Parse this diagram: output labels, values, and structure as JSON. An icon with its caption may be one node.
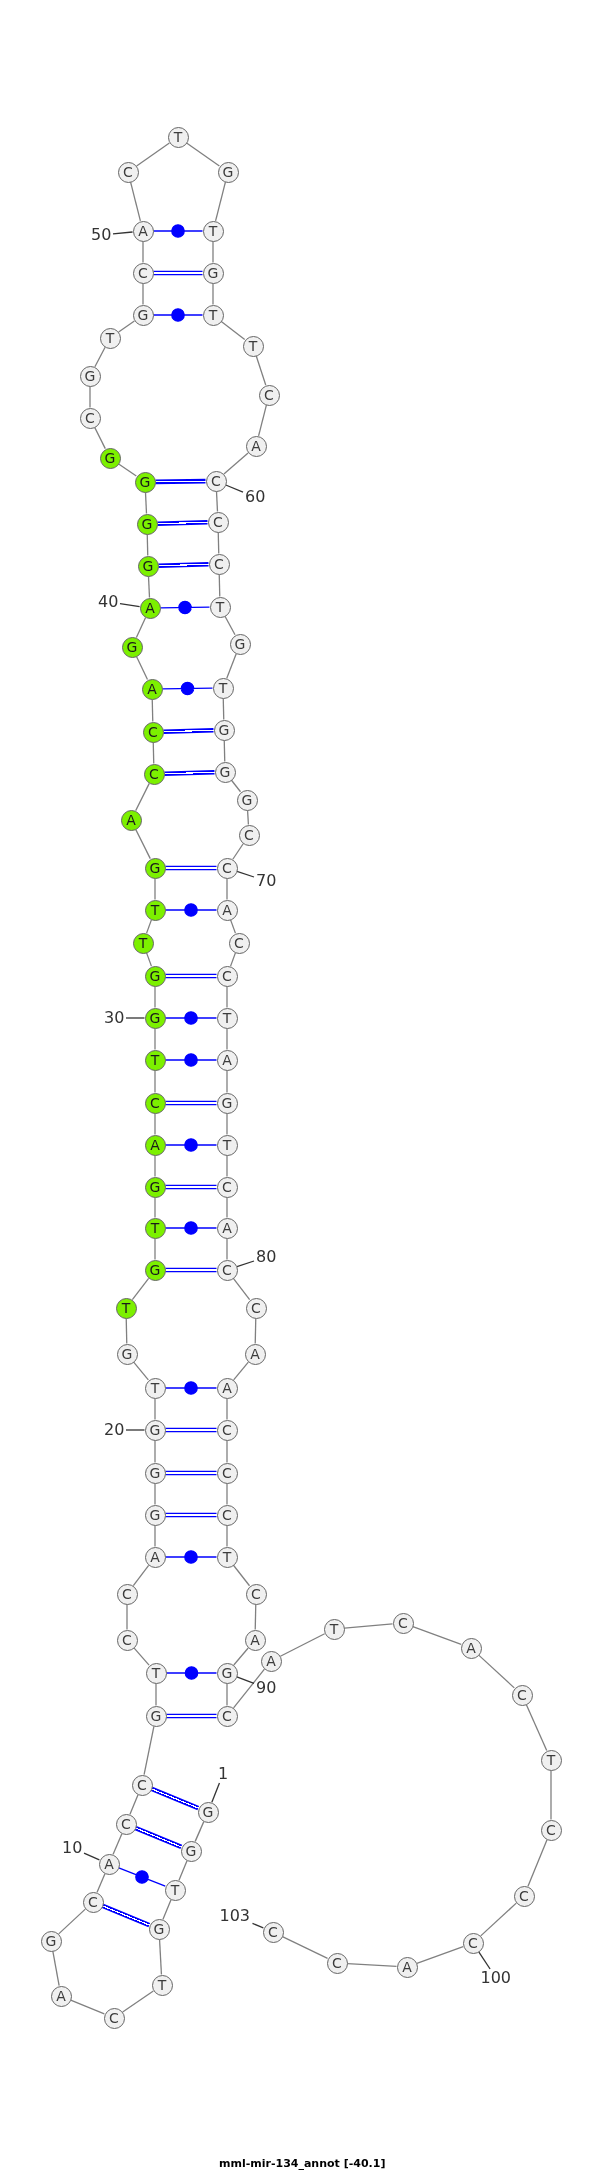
{
  "diagram": {
    "caption": "mml-mir-134_annot [-40.1]",
    "nodes": [
      {
        "text": [
          "G"
        ]
      },
      {
        "text": [
          "G"
        ]
      },
      {
        "text": [
          "T"
        ]
      },
      {
        "text": [
          "G"
        ]
      },
      {
        "text": [
          "T"
        ]
      },
      {
        "text": [
          "C"
        ]
      },
      {
        "text": [
          "A"
        ]
      },
      {
        "text": [
          "G"
        ]
      },
      {
        "text": [
          "C"
        ]
      },
      {
        "text": [
          "A"
        ]
      },
      {
        "text": [
          "C"
        ]
      },
      {
        "text": [
          "C"
        ]
      },
      {
        "text": [
          "G"
        ]
      },
      {
        "text": [
          "T"
        ]
      },
      {
        "text": [
          "C"
        ]
      },
      {
        "text": [
          "C"
        ]
      },
      {
        "text": [
          "A"
        ]
      },
      {
        "text": [
          "G"
        ]
      },
      {
        "text": [
          "G"
        ]
      },
      {
        "text": [
          "G"
        ]
      },
      {
        "text": [
          "T"
        ]
      },
      {
        "text": [
          "G"
        ]
      },
      {
        "text": [
          "T"
        ]
      },
      {
        "text": [
          "G"
        ]
      },
      {
        "text": [
          "T"
        ]
      },
      {
        "text": [
          "G"
        ]
      },
      {
        "text": [
          "A"
        ]
      },
      {
        "text": [
          "C"
        ]
      },
      {
        "text": [
          "T"
        ]
      },
      {
        "text": [
          "G"
        ]
      },
      {
        "text": [
          "G"
        ]
      },
      {
        "text": [
          "T"
        ]
      },
      {
        "text": [
          "T"
        ]
      },
      {
        "text": [
          "G"
        ]
      },
      {
        "text": [
          "A"
        ]
      },
      {
        "text": [
          "C"
        ]
      },
      {
        "text": [
          "C"
        ]
      },
      {
        "text": [
          "A"
        ]
      },
      {
        "text": [
          "G"
        ]
      },
      {
        "text": [
          "A"
        ]
      },
      {
        "text": [
          "G"
        ]
      },
      {
        "text": [
          "G"
        ]
      },
      {
        "text": [
          "G"
        ]
      },
      {
        "text": [
          "G"
        ]
      },
      {
        "text": [
          "C"
        ]
      },
      {
        "text": [
          "G"
        ]
      },
      {
        "text": [
          "T"
        ]
      },
      {
        "text": [
          "G"
        ]
      },
      {
        "text": [
          "C"
        ]
      },
      {
        "text": [
          "A"
        ]
      },
      {
        "text": [
          "C"
        ]
      },
      {
        "text": [
          "T"
        ]
      },
      {
        "text": [
          "G"
        ]
      },
      {
        "text": [
          "T"
        ]
      },
      {
        "text": [
          "G"
        ]
      },
      {
        "text": [
          "T"
        ]
      },
      {
        "text": [
          "T"
        ]
      },
      {
        "text": [
          "C"
        ]
      },
      {
        "text": [
          "A"
        ]
      },
      {
        "text": [
          "C"
        ]
      },
      {
        "text": [
          "C"
        ]
      },
      {
        "text": [
          "C"
        ]
      },
      {
        "text": [
          "T"
        ]
      },
      {
        "text": [
          "G"
        ]
      },
      {
        "text": [
          "T"
        ]
      },
      {
        "text": [
          "G"
        ]
      },
      {
        "text": [
          "G"
        ]
      },
      {
        "text": [
          "G"
        ]
      },
      {
        "text": [
          "C"
        ]
      },
      {
        "text": [
          "C"
        ]
      },
      {
        "text": [
          "A"
        ]
      },
      {
        "text": [
          "C"
        ]
      },
      {
        "text": [
          "C"
        ]
      },
      {
        "text": [
          "T"
        ]
      },
      {
        "text": [
          "A"
        ]
      },
      {
        "text": [
          "G"
        ]
      },
      {
        "text": [
          "T"
        ]
      },
      {
        "text": [
          "C"
        ]
      },
      {
        "text": [
          "A"
        ]
      },
      {
        "text": [
          "C"
        ]
      },
      {
        "text": [
          "C"
        ]
      },
      {
        "text": [
          "A"
        ]
      },
      {
        "text": [
          "A"
        ]
      },
      {
        "text": [
          "C"
        ]
      },
      {
        "text": [
          "C"
        ]
      },
      {
        "text": [
          "C"
        ]
      },
      {
        "text": [
          "T"
        ]
      },
      {
        "text": [
          "C"
        ]
      },
      {
        "text": [
          "A"
        ]
      },
      {
        "text": [
          "G"
        ]
      },
      {
        "text": [
          "C"
        ]
      },
      {
        "text": [
          "A"
        ]
      },
      {
        "text": [
          "T"
        ]
      },
      {
        "text": [
          "C"
        ]
      },
      {
        "text": [
          "A"
        ]
      },
      {
        "text": [
          "C"
        ]
      },
      {
        "text": [
          "T"
        ]
      },
      {
        "text": [
          "C"
        ]
      },
      {
        "text": [
          "C"
        ]
      },
      {
        "text": [
          "C"
        ]
      },
      {
        "text": [
          "A"
        ]
      },
      {
        "text": [
          "C"
        ]
      },
      {
        "text": [
          "C"
        ]
      },
      {
        "text": [
          "1"
        ]
      },
      {
        "text": [
          "10"
        ]
      },
      {
        "text": [
          "20"
        ]
      },
      {
        "text": [
          "30"
        ]
      },
      {
        "text": [
          "40"
        ]
      },
      {
        "text": [
          "50"
        ]
      },
      {
        "text": [
          "60"
        ]
      },
      {
        "text": [
          "70"
        ]
      },
      {
        "text": [
          "80"
        ]
      },
      {
        "text": [
          "90"
        ]
      },
      {
        "text": [
          "100"
        ]
      },
      {
        "text": [
          "103"
        ]
      }
    ],
    "edges": [
      {
        "from": 0,
        "to": 1,
        "arrow": "none"
      },
      {
        "from": 1,
        "to": 2,
        "arrow": "none"
      },
      {
        "from": 2,
        "to": 3,
        "arrow": "none"
      },
      {
        "from": 3,
        "to": 4,
        "arrow": "none"
      },
      {
        "from": 4,
        "to": 5,
        "arrow": "none"
      },
      {
        "from": 5,
        "to": 6,
        "arrow": "none"
      },
      {
        "from": 6,
        "to": 7,
        "arrow": "none"
      },
      {
        "from": 7,
        "to": 8,
        "arrow": "none"
      },
      {
        "from": 8,
        "to": 9,
        "arrow": "none"
      },
      {
        "from": 9,
        "to": 10,
        "arrow": "none"
      },
      {
        "from": 10,
        "to": 11,
        "arrow": "none"
      },
      {
        "from": 11,
        "to": 12,
        "arrow": "none"
      },
      {
        "from": 12,
        "to": 13,
        "arrow": "none"
      },
      {
        "from": 13,
        "to": 14,
        "arrow": "none"
      },
      {
        "from": 14,
        "to": 15,
        "arrow": "none"
      },
      {
        "from": 15,
        "to": 16,
        "arrow": "none"
      },
      {
        "from": 16,
        "to": 17,
        "arrow": "none"
      },
      {
        "from": 17,
        "to": 18,
        "arrow": "none"
      },
      {
        "from": 18,
        "to": 19,
        "arrow": "none"
      },
      {
        "from": 19,
        "to": 20,
        "arrow": "none"
      },
      {
        "from": 20,
        "to": 21,
        "arrow": "none"
      },
      {
        "from": 21,
        "to": 22,
        "arrow": "none"
      },
      {
        "from": 22,
        "to": 23,
        "arrow": "none"
      },
      {
        "from": 23,
        "to": 24,
        "arrow": "none"
      },
      {
        "from": 24,
        "to": 25,
        "arrow": "none"
      },
      {
        "from": 25,
        "to": 26,
        "arrow": "none"
      },
      {
        "from": 26,
        "to": 27,
        "arrow": "none"
      },
      {
        "from": 27,
        "to": 28,
        "arrow": "none"
      },
      {
        "from": 28,
        "to": 29,
        "arrow": "none"
      },
      {
        "from": 29,
        "to": 30,
        "arrow": "none"
      },
      {
        "from": 30,
        "to": 31,
        "arrow": "none"
      },
      {
        "from": 31,
        "to": 32,
        "arrow": "none"
      },
      {
        "from": 32,
        "to": 33,
        "arrow": "none"
      },
      {
        "from": 33,
        "to": 34,
        "arrow": "none"
      },
      {
        "from": 34,
        "to": 35,
        "arrow": "none"
      },
      {
        "from": 35,
        "to": 36,
        "arrow": "none"
      },
      {
        "from": 36,
        "to": 37,
        "arrow": "none"
      },
      {
        "from": 37,
        "to": 38,
        "arrow": "none"
      },
      {
        "from": 38,
        "to": 39,
        "arrow": "none"
      },
      {
        "from": 39,
        "to": 40,
        "arrow": "none"
      },
      {
        "from": 40,
        "to": 41,
        "arrow": "none"
      },
      {
        "from": 41,
        "to": 42,
        "arrow": "none"
      },
      {
        "from": 42,
        "to": 43,
        "arrow": "none"
      },
      {
        "from": 43,
        "to": 44,
        "arrow": "none"
      },
      {
        "from": 44,
        "to": 45,
        "arrow": "none"
      },
      {
        "from": 45,
        "to": 46,
        "arrow": "none"
      },
      {
        "from": 46,
        "to": 47,
        "arrow": "none"
      },
      {
        "from": 47,
        "to": 48,
        "arrow": "none"
      },
      {
        "from": 48,
        "to": 49,
        "arrow": "none"
      },
      {
        "from": 49,
        "to": 50,
        "arrow": "none"
      },
      {
        "from": 50,
        "to": 51,
        "arrow": "none"
      },
      {
        "from": 51,
        "to": 52,
        "arrow": "none"
      },
      {
        "from": 52,
        "to": 53,
        "arrow": "none"
      },
      {
        "from": 53,
        "to": 54,
        "arrow": "none"
      },
      {
        "from": 54,
        "to": 55,
        "arrow": "none"
      },
      {
        "from": 55,
        "to": 56,
        "arrow": "none"
      },
      {
        "from": 56,
        "to": 57,
        "arrow": "none"
      },
      {
        "from": 57,
        "to": 58,
        "arrow": "none"
      },
      {
        "from": 58,
        "to": 59,
        "arrow": "none"
      },
      {
        "from": 59,
        "to": 60,
        "arrow": "none"
      },
      {
        "from": 60,
        "to": 61,
        "arrow": "none"
      },
      {
        "from": 61,
        "to": 62,
        "arrow": "none"
      },
      {
        "from": 62,
        "to": 63,
        "arrow": "none"
      },
      {
        "from": 63,
        "to": 64,
        "arrow": "none"
      },
      {
        "from": 64,
        "to": 65,
        "arrow": "none"
      },
      {
        "from": 65,
        "to": 66,
        "arrow": "none"
      },
      {
        "from": 66,
        "to": 67,
        "arrow": "none"
      },
      {
        "from": 67,
        "to": 68,
        "arrow": "none"
      },
      {
        "from": 68,
        "to": 69,
        "arrow": "none"
      },
      {
        "from": 69,
        "to": 70,
        "arrow": "none"
      },
      {
        "from": 70,
        "to": 71,
        "arrow": "none"
      },
      {
        "from": 71,
        "to": 72,
        "arrow": "none"
      },
      {
        "from": 72,
        "to": 73,
        "arrow": "none"
      },
      {
        "from": 73,
        "to": 74,
        "arrow": "none"
      },
      {
        "from": 74,
        "to": 75,
        "arrow": "none"
      },
      {
        "from": 75,
        "to": 76,
        "arrow": "none"
      },
      {
        "from": 76,
        "to": 77,
        "arrow": "none"
      },
      {
        "from": 77,
        "to": 78,
        "arrow": "none"
      },
      {
        "from": 78,
        "to": 79,
        "arrow": "none"
      },
      {
        "from": 79,
        "to": 80,
        "arrow": "none"
      },
      {
        "from": 80,
        "to": 81,
        "arrow": "none"
      },
      {
        "from": 81,
        "to": 82,
        "arrow": "none"
      },
      {
        "from": 82,
        "to": 83,
        "arrow": "none"
      },
      {
        "from": 83,
        "to": 84,
        "arrow": "none"
      },
      {
        "from": 84,
        "to": 85,
        "arrow": "none"
      },
      {
        "from": 85,
        "to": 86,
        "arrow": "none"
      },
      {
        "from": 86,
        "to": 87,
        "arrow": "none"
      },
      {
        "from": 87,
        "to": 88,
        "arrow": "none"
      },
      {
        "from": 88,
        "to": 89,
        "arrow": "none"
      },
      {
        "from": 89,
        "to": 90,
        "arrow": "none"
      },
      {
        "from": 90,
        "to": 91,
        "arrow": "none"
      },
      {
        "from": 91,
        "to": 92,
        "arrow": "none"
      },
      {
        "from": 92,
        "to": 93,
        "arrow": "none"
      },
      {
        "from": 93,
        "to": 94,
        "arrow": "none"
      },
      {
        "from": 94,
        "to": 95,
        "arrow": "none"
      },
      {
        "from": 95,
        "to": 96,
        "arrow": "none"
      },
      {
        "from": 96,
        "to": 97,
        "arrow": "none"
      },
      {
        "from": 97,
        "to": 98,
        "arrow": "none"
      },
      {
        "from": 98,
        "to": 99,
        "arrow": "none"
      },
      {
        "from": 99,
        "to": 100,
        "arrow": "none"
      },
      {
        "from": 100,
        "to": 101,
        "arrow": "none"
      },
      {
        "from": 101,
        "to": 102,
        "arrow": "none"
      },
      {
        "from": 0,
        "to": 11,
        "arrow": "none",
        "style": "thick",
        "color": "#0000ff"
      },
      {
        "from": 1,
        "to": 10,
        "arrow": "none",
        "style": "thick",
        "color": "#0000ff"
      },
      {
        "from": 2,
        "to": 9,
        "arrow": "none",
        "color": "#0000ff"
      },
      {
        "from": 3,
        "to": 8,
        "arrow": "none",
        "style": "thick",
        "color": "#0000ff"
      },
      {
        "from": 12,
        "to": 90,
        "arrow": "none",
        "style": "thick",
        "color": "#0000ff"
      },
      {
        "from": 13,
        "to": 89,
        "arrow": "none",
        "color": "#0000ff"
      },
      {
        "from": 16,
        "to": 86,
        "arrow": "none",
        "color": "#0000ff"
      },
      {
        "from": 17,
        "to": 85,
        "arrow": "none",
        "style": "thick",
        "color": "#0000ff"
      },
      {
        "from": 18,
        "to": 84,
        "arrow": "none",
        "style": "thick",
        "color": "#0000ff"
      },
      {
        "from": 19,
        "to": 83,
        "arrow": "none",
        "style": "thick",
        "color": "#0000ff"
      },
      {
        "from": 20,
        "to": 82,
        "arrow": "none",
        "color": "#0000ff"
      },
      {
        "from": 23,
        "to": 79,
        "arrow": "none",
        "style": "thick",
        "color": "#0000ff"
      },
      {
        "from": 24,
        "to": 78,
        "arrow": "none",
        "color": "#0000ff"
      },
      {
        "from": 25,
        "to": 77,
        "arrow": "none",
        "style": "thick",
        "color": "#0000ff"
      },
      {
        "from": 26,
        "to": 76,
        "arrow": "none",
        "color": "#0000ff"
      },
      {
        "from": 27,
        "to": 75,
        "arrow": "none",
        "style": "thick",
        "color": "#0000ff"
      },
      {
        "from": 28,
        "to": 74,
        "arrow": "none",
        "color": "#0000ff"
      },
      {
        "from": 29,
        "to": 73,
        "arrow": "none",
        "color": "#0000ff"
      },
      {
        "from": 30,
        "to": 72,
        "arrow": "none",
        "style": "thick",
        "color": "#0000ff"
      },
      {
        "from": 32,
        "to": 70,
        "arrow": "none",
        "color": "#0000ff"
      },
      {
        "from": 33,
        "to": 69,
        "arrow": "none",
        "style": "thick",
        "color": "#0000ff"
      },
      {
        "from": 35,
        "to": 66,
        "arrow": "none",
        "style": "thick",
        "color": "#0000ff"
      },
      {
        "from": 36,
        "to": 65,
        "arrow": "none",
        "style": "thick",
        "color": "#0000ff"
      },
      {
        "from": 37,
        "to": 64,
        "arrow": "none",
        "color": "#0000ff"
      },
      {
        "from": 39,
        "to": 62,
        "arrow": "none",
        "color": "#0000ff"
      },
      {
        "from": 40,
        "to": 61,
        "arrow": "none",
        "style": "thick",
        "color": "#0000ff"
      },
      {
        "from": 41,
        "to": 60,
        "arrow": "none",
        "style": "thick",
        "color": "#0000ff"
      },
      {
        "from": 42,
        "to": 59,
        "arrow": "none",
        "style": "thick",
        "color": "#0000ff"
      },
      {
        "from": 47,
        "to": 55,
        "arrow": "none",
        "color": "#0000ff"
      },
      {
        "from": 48,
        "to": 54,
        "arrow": "none",
        "style": "thick",
        "color": "#0000ff"
      },
      {
        "from": 49,
        "to": 53,
        "arrow": "none",
        "color": "#0000ff"
      },
      {
        "from": 103,
        "to": 0,
        "arrow": "none",
        "color": "#333333"
      },
      {
        "from": 104,
        "to": 9,
        "arrow": "none",
        "color": "#333333"
      },
      {
        "from": 105,
        "to": 19,
        "arrow": "none",
        "color": "#333333"
      },
      {
        "from": 106,
        "to": 29,
        "arrow": "none",
        "color": "#333333"
      },
      {
        "from": 107,
        "to": 39,
        "arrow": "none",
        "color": "#333333"
      },
      {
        "from": 108,
        "to": 49,
        "arrow": "none",
        "color": "#333333"
      },
      {
        "from": 109,
        "to": 59,
        "arrow": "none",
        "color": "#333333"
      },
      {
        "from": 110,
        "to": 69,
        "arrow": "none",
        "color": "#333333"
      },
      {
        "from": 111,
        "to": 79,
        "arrow": "none",
        "color": "#333333"
      },
      {
        "from": 112,
        "to": 89,
        "arrow": "none",
        "color": "#333333"
      },
      {
        "from": 113,
        "to": 99,
        "arrow": "none",
        "color": "#333333"
      },
      {
        "from": 114,
        "to": 102,
        "arrow": "none",
        "color": "#333333"
      }
    ]
  }
}
